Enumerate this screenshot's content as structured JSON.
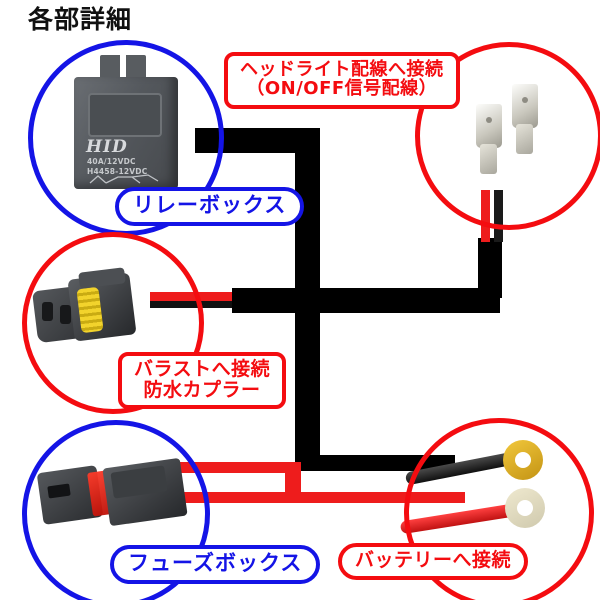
{
  "page": {
    "title": "各部詳細",
    "background_color": "#ffffff"
  },
  "colors": {
    "blue_callout": "#1414e6",
    "red_callout": "#f40c10",
    "wire_black": "#000000",
    "wire_red": "#ee1c1c",
    "title_text": "#111111"
  },
  "labels": [
    {
      "id": "relay-box",
      "text": "リレーボックス",
      "style": "pill",
      "color": "#1414e6"
    },
    {
      "id": "headlight-connection",
      "line1": "ヘッドライト配線へ接続",
      "line2": "（ON/OFF信号配線）",
      "style": "box",
      "color": "#f40c10"
    },
    {
      "id": "ballast-connection",
      "line1": "バラストへ接続",
      "line2": "防水カプラー",
      "style": "box",
      "color": "#f40c10"
    },
    {
      "id": "fuse-box",
      "text": "フューズボックス",
      "style": "pill",
      "color": "#1414e6"
    },
    {
      "id": "battery-connection",
      "text": "バッテリーへ接続",
      "style": "pill",
      "color": "#f40c10"
    }
  ],
  "callouts": {
    "relay": {
      "circle_color": "#1414e6",
      "label": "リレーボックス"
    },
    "headlight": {
      "circle_color": "#f40c10",
      "label": "ヘッドライト配線へ接続"
    },
    "coupler": {
      "circle_color": "#f40c10",
      "label": "バラストへ接続"
    },
    "fuse": {
      "circle_color": "#1414e6",
      "label": "フューズボックス"
    },
    "battery": {
      "circle_color": "#f40c10",
      "label": "バッテリーへ接続"
    }
  },
  "parts": {
    "relay": {
      "brand_text": "HID",
      "rating_line1": "40A/12VDC",
      "rating_line2": "H4458-12VDC",
      "name": "relay-box"
    },
    "coupler": {
      "name": "waterproof-coupler"
    },
    "fuse_box": {
      "name": "fuse-box"
    },
    "spade_terminals": {
      "name": "spade-terminal-pair"
    },
    "ring_terminals": {
      "name": "ring-terminal-pair"
    }
  }
}
